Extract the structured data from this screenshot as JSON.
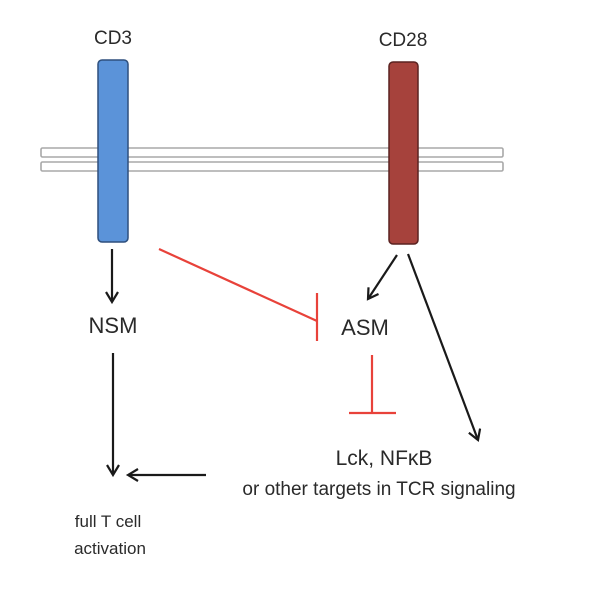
{
  "diagram": {
    "receptors": {
      "cd3": {
        "label": "CD3",
        "color": "#5b93d9",
        "border": "#2e4f7d"
      },
      "cd28": {
        "label": "CD28",
        "color": "#a6423c",
        "border": "#5a2220"
      }
    },
    "membrane": {
      "color": "#ffffff",
      "border": "#a8a8a8"
    },
    "nodes": {
      "nsm": "NSM",
      "asm": "ASM",
      "targets_line1": "Lck, NFκB",
      "targets_line2": "or other targets in TCR signaling",
      "outcome_line1": "full T cell",
      "outcome_line2": "activation"
    },
    "edges": [
      {
        "from": "CD3",
        "to": "NSM",
        "type": "activation"
      },
      {
        "from": "CD3",
        "to": "ASM",
        "type": "inhibition"
      },
      {
        "from": "CD28",
        "to": "ASM",
        "type": "activation"
      },
      {
        "from": "CD28",
        "to": "Lck, NFκB or other targets in TCR signaling",
        "type": "activation"
      },
      {
        "from": "ASM",
        "to": "Lck, NFκB or other targets in TCR signaling",
        "type": "inhibition"
      },
      {
        "from": "NSM",
        "to": "full T cell activation",
        "type": "activation"
      },
      {
        "from": "Lck, NFκB or other targets in TCR signaling",
        "to": "full T cell activation",
        "type": "activation"
      }
    ],
    "colors": {
      "activation": "#1a1a1a",
      "inhibition": "#e8423a"
    }
  }
}
